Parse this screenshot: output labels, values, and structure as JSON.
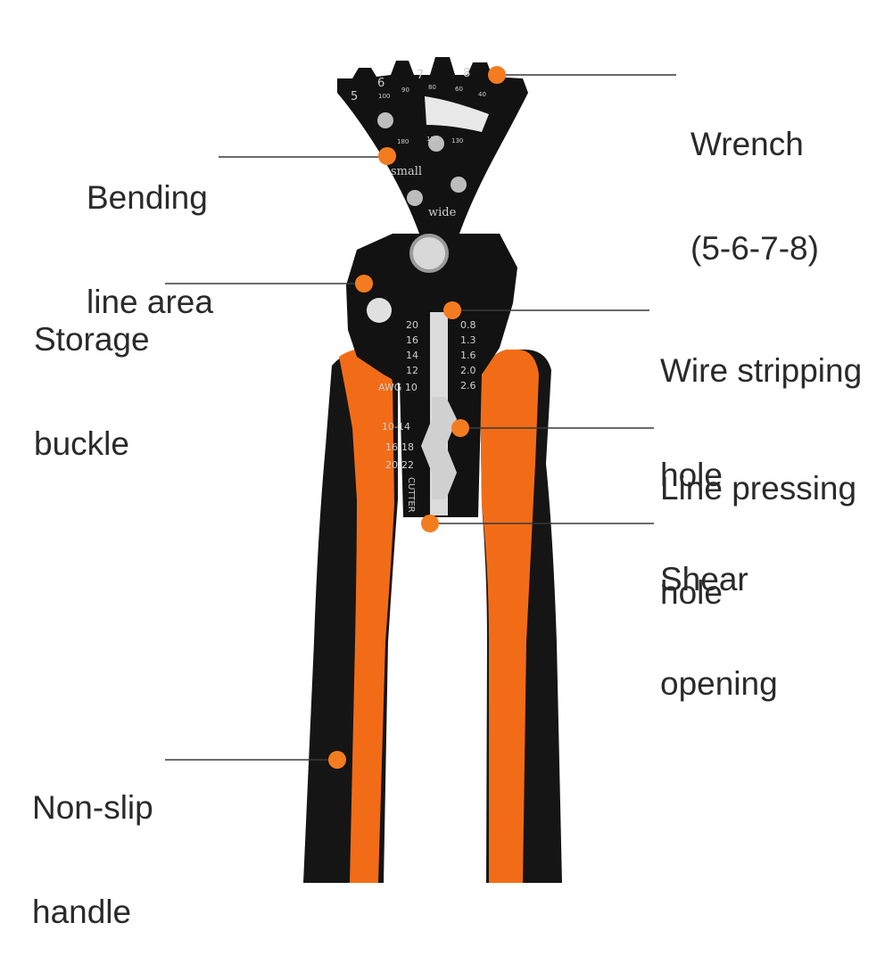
{
  "colors": {
    "accent": "#f47c20",
    "tool_body": "#121212",
    "handle_orange": "#f26c17",
    "handle_black": "#151515",
    "steel": "#cfcfcf",
    "leader_line": "#3a3a3a"
  },
  "labels": {
    "wrench": {
      "line1": "Wrench",
      "line2": "(5-6-7-8)"
    },
    "bending": {
      "line1": "Bending",
      "line2": "line area"
    },
    "storage": {
      "line1": "Storage",
      "line2": "buckle"
    },
    "stripping": {
      "line1": "Wire stripping",
      "line2": "hole"
    },
    "pressing": {
      "line1": "Line pressing",
      "line2": "hole"
    },
    "shear": {
      "line1": "Shear",
      "line2": "opening"
    },
    "handle": {
      "line1": "Non-slip",
      "line2": "handle"
    }
  },
  "tool_markings": {
    "wrench_sizes": [
      "5",
      "6",
      "7",
      "8"
    ],
    "top_scale": [
      "100",
      "90",
      "80",
      "60",
      "40"
    ],
    "mid_scale": [
      "180",
      "150",
      "130"
    ],
    "small": "small",
    "wide": "wide",
    "awg": [
      "20",
      "16",
      "14",
      "12",
      "AWG 10"
    ],
    "mm": [
      "0.8",
      "1.3",
      "1.6",
      "2.0",
      "2.6"
    ],
    "crimp": [
      "10-14",
      "16-18",
      "20-22"
    ],
    "cutter": "CUTTER"
  },
  "icons": [
    "callout-dot-icon"
  ]
}
